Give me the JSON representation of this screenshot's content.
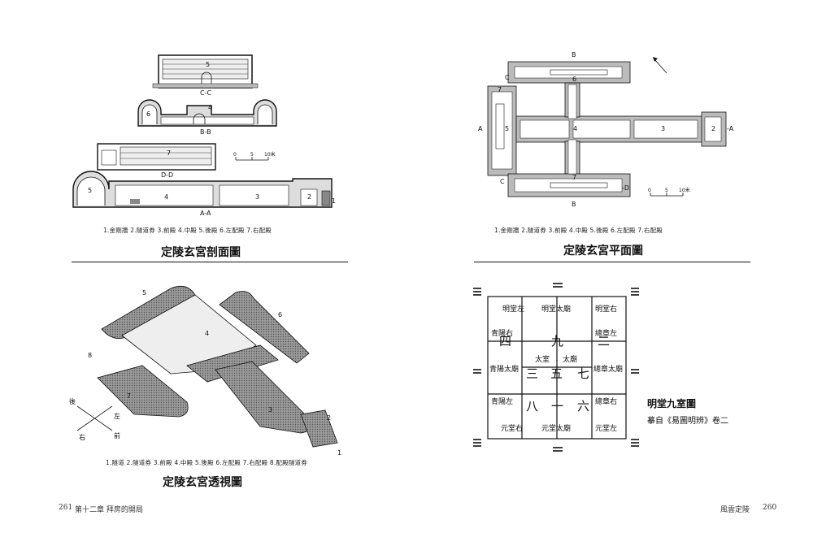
{
  "section_drawing": {
    "labels": {
      "cc": "C-C",
      "bb": "B-B",
      "dd": "D-D",
      "aa": "A-A"
    },
    "room_numbers": [
      "5",
      "4",
      "6",
      "7",
      "5",
      "4",
      "3",
      "2",
      "1"
    ],
    "scale": {
      "zero": "0",
      "five": "5",
      "ten": "10米"
    },
    "caption": "1.金剛牆  2.隧道券  3.前殿  4.中殿  5.後殿  6.左配殿  7.右配殿",
    "title": "定陵玄宮剖面圖"
  },
  "plan_drawing": {
    "labels": {
      "b_top": "B",
      "c_top": "C",
      "a_left": "A",
      "a_right": "-A",
      "c_bottom": "C",
      "d_right": "-D",
      "b_bottom": "B"
    },
    "room_numbers": [
      "6",
      "7",
      "5",
      "4",
      "3",
      "2",
      "7"
    ],
    "scale": {
      "zero": "0",
      "five": "5",
      "ten": "10米"
    },
    "caption": "1.金剛牆  2.隧道券  3.前殿  4.中殿  5.後殿  6.左配殿  7.右配殿",
    "title": "定陵玄宮平面圖"
  },
  "perspective_drawing": {
    "room_numbers": [
      "5",
      "4",
      "6",
      "8",
      "7",
      "3",
      "2",
      "1"
    ],
    "compass": {
      "back": "後",
      "left": "左",
      "right": "右",
      "front": "前"
    },
    "caption": "1.隧道  2.隧道券  3.前殿  4.中殿  5.後殿  6.左配殿  7.右配殿  8.配殿隧道券",
    "title": "定陵玄宮透視圖"
  },
  "mingtang": {
    "title": "明堂九室圖",
    "subtitle": "摹自《易圖明辨》卷二",
    "numbers": {
      "n4": "四",
      "n9": "九",
      "n2": "二",
      "n3": "三",
      "n5": "五",
      "n7": "七",
      "n8": "八",
      "n1": "一",
      "n6": "六"
    },
    "cells": {
      "top_left": "明堂左",
      "top_mid": "明堂太廟",
      "top_right": "明堂右",
      "upper_left": "青陽右",
      "upper_right": "總章左",
      "mid_left": "青陽太廟",
      "center_a": "太室",
      "center_b": "太廟",
      "mid_right": "總章太廟",
      "lower_left": "青陽左",
      "lower_right": "總章右",
      "bot_left": "元堂右",
      "bot_mid": "元堂太廟",
      "bot_right": "元堂左"
    }
  },
  "footer": {
    "left_page": "261",
    "left_text": "第十二章  拜房的開局",
    "right_text": "風雲定陵",
    "right_page": "260"
  }
}
